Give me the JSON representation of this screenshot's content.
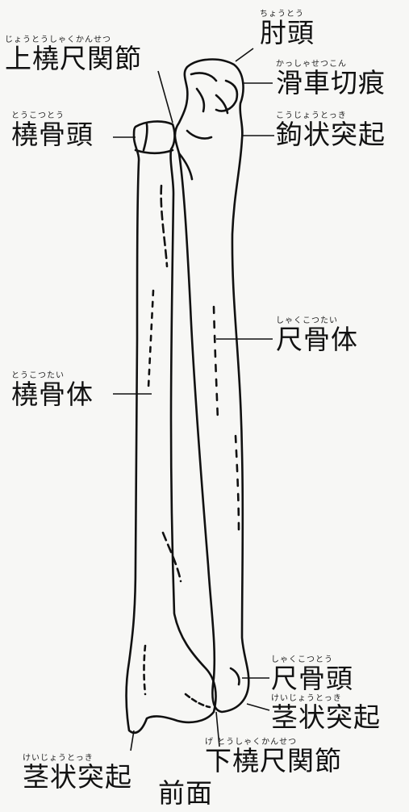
{
  "labels": {
    "chouto": {
      "ruby": "ちょうとう",
      "text": "肘頭"
    },
    "joutoushaku": {
      "ruby": "じょうとうしゃくかんせつ",
      "text": "上橈尺関節"
    },
    "kasshasetsukon": {
      "ruby": "かっしゃせつこん",
      "text": "滑車切痕"
    },
    "toukotsutou": {
      "ruby": "とうこつとう",
      "text": "橈骨頭"
    },
    "koujoutokki": {
      "ruby": "こうじょうとっき",
      "text": "鉤状突起"
    },
    "shakkotsutai": {
      "ruby": "しゃくこつたい",
      "text": "尺骨体"
    },
    "toukotsutai": {
      "ruby": "とうこつたい",
      "text": "橈骨体"
    },
    "shakkotsutou": {
      "ruby": "しゃくこつとう",
      "text": "尺骨頭"
    },
    "keijoutokki_r": {
      "ruby": "けいじょうとっき",
      "text": "茎状突起"
    },
    "keijoutokki_l": {
      "ruby": "けいじょうとっき",
      "text": "茎状突起"
    },
    "katoushaku": {
      "ruby": "げ とうしゃくかんせつ",
      "text": "下橈尺関節"
    }
  },
  "caption": "前面"
}
